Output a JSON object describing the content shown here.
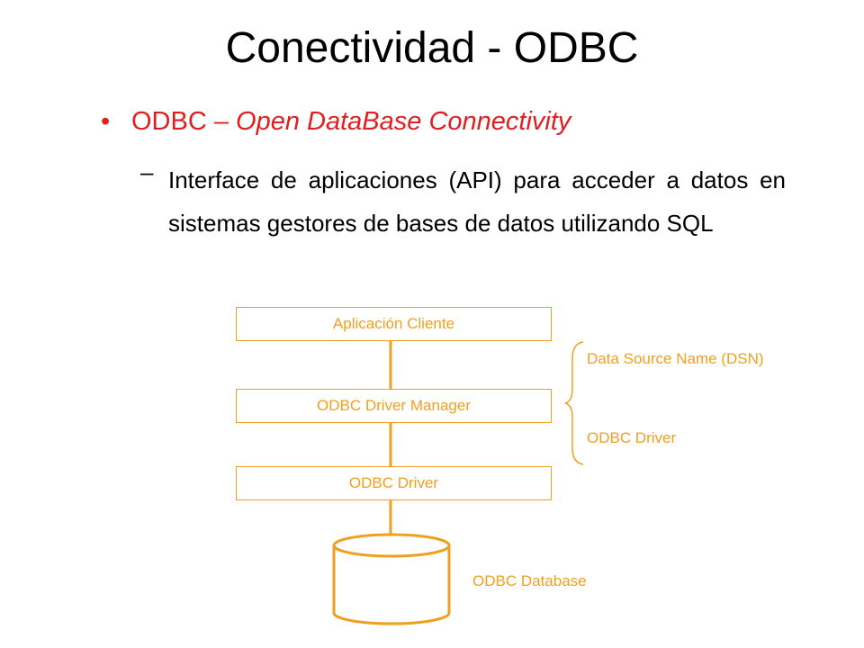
{
  "slide": {
    "title": "Conectividad - ODBC",
    "bullet_prefix": "ODBC – ",
    "bullet_emphasis": "Open DataBase Connectivity",
    "sub_dash": "–",
    "sub_text": "Interface de aplicaciones (API) para acceder a datos en sistemas gestores de bases de datos utilizando SQL"
  },
  "diagram": {
    "boxes": [
      "Aplicación Cliente",
      "ODBC Driver Manager",
      "ODBC Driver"
    ],
    "brace_labels": [
      "Data Source Name (DSN)",
      "ODBC Driver"
    ],
    "database_label": "ODBC Database"
  },
  "colors": {
    "accent": "#f0a020",
    "bullet_red": "#e02020",
    "text": "#000000"
  }
}
